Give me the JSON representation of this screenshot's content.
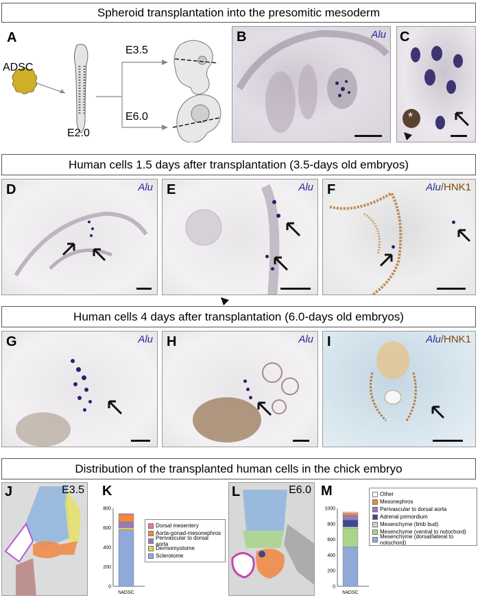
{
  "section_titles": {
    "top": "Spheroid transplantation into the presomitic mesoderm",
    "middle": "Human cells 1.5 days after transplantation (3.5-days old embryos)",
    "lower": "Human cells 4 days after transplantation (6.0-days old embryos)",
    "bottom": "Distribution of the transplanted human cells in the chick embryo"
  },
  "panel_letters": [
    "A",
    "B",
    "C",
    "D",
    "E",
    "F",
    "G",
    "H",
    "I",
    "J",
    "K",
    "L",
    "M"
  ],
  "schematic": {
    "cell_label": "ADSC",
    "embryo_label": "E2.0",
    "branch_upper": "E3.5",
    "branch_lower": "E6.0"
  },
  "stain": {
    "alu": "Alu",
    "hnk1": "HNK1",
    "separator": "/"
  },
  "map_labels": {
    "j": "E3.5",
    "l": "E6.0"
  },
  "chart_data": [
    {
      "type": "bar",
      "stacked": true,
      "categories": [
        "hADSC"
      ],
      "ylim": [
        0,
        800
      ],
      "yticks": [
        0,
        200,
        400,
        600,
        800
      ],
      "series": [
        {
          "name": "Sclerotome",
          "values": [
            580
          ],
          "color": "#8fa9d8"
        },
        {
          "name": "Dermomyotome",
          "values": [
            20
          ],
          "color": "#e8d24a"
        },
        {
          "name": "Perivascular to dorsal aorta",
          "values": [
            60
          ],
          "color": "#9a79c2"
        },
        {
          "name": "Aorta-gonad-mesonephros",
          "values": [
            70
          ],
          "color": "#f08a3a"
        },
        {
          "name": "Dorsal mesentery",
          "values": [
            15
          ],
          "color": "#e77a8a"
        }
      ],
      "legend_order": [
        "Dorsal mesentery",
        "Aorta-gonad-mesonephros",
        "Perivascular to dorsal aorta",
        "Dermomyotome",
        "Sclerotome"
      ]
    },
    {
      "type": "bar",
      "stacked": true,
      "categories": [
        "hADSC"
      ],
      "ylim": [
        0,
        1000
      ],
      "yticks": [
        0,
        200,
        400,
        600,
        800,
        1000
      ],
      "series": [
        {
          "name": "Mesenchyme (dorsal/lateral to notochord)",
          "values": [
            505
          ],
          "color": "#8fa9d8"
        },
        {
          "name": "Mesenchyme (ventral to notochord)",
          "values": [
            235
          ],
          "color": "#a9d48a"
        },
        {
          "name": "Mesenchyme (limb bud)",
          "values": [
            20
          ],
          "color": "#cfcfcf"
        },
        {
          "name": "Adrenal primordium",
          "values": [
            90
          ],
          "color": "#3b4a8a"
        },
        {
          "name": "Perivascular to dorsal aorta",
          "values": [
            60
          ],
          "color": "#9a79c2"
        },
        {
          "name": "Mesonephros",
          "values": [
            30
          ],
          "color": "#f08a3a"
        },
        {
          "name": "Other",
          "values": [
            10
          ],
          "color": "#ffffff"
        }
      ],
      "legend_order": [
        "Other",
        "Mesonephros",
        "Perivascular to dorsal aorta",
        "Adrenal primordium",
        "Mesenchyme (limb bud)",
        "Mesenchyme (ventral to notochord)",
        "Mesenchyme (dorsal/lateral to notochord)"
      ]
    }
  ]
}
